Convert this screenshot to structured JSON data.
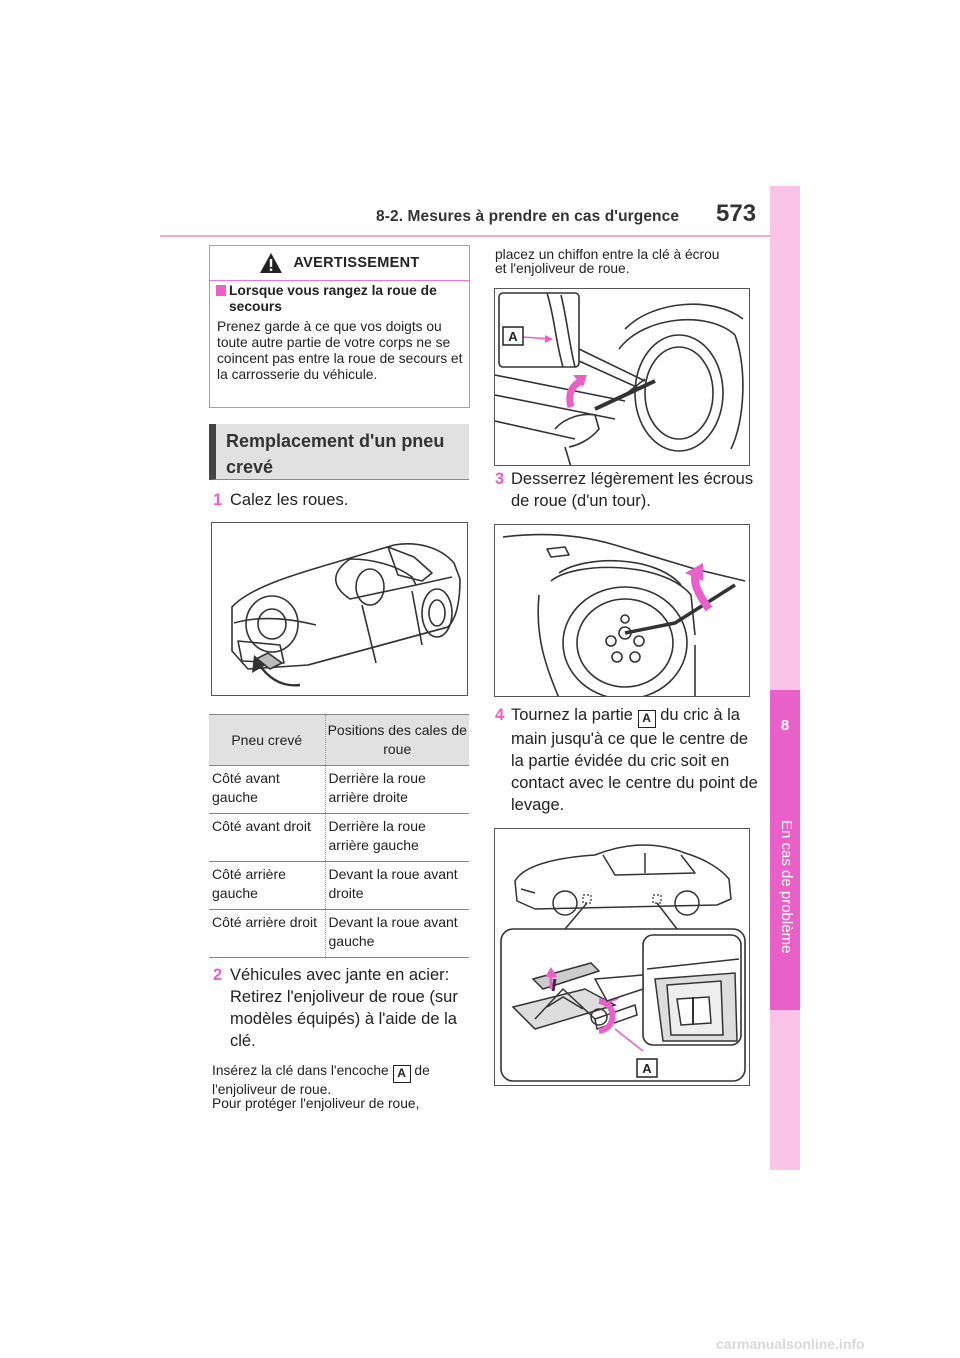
{
  "header": {
    "section_title": "8-2. Mesures à prendre en cas d'urgence",
    "page_number": "573"
  },
  "side_tab": {
    "chapter_number": "8",
    "chapter_label": "En cas de problème"
  },
  "warning": {
    "label": "AVERTISSEMENT",
    "subtitle": "Lorsque vous rangez la roue de secours",
    "body": "Prenez garde à ce que vos doigts ou toute autre partie de votre corps ne se coincent pas entre la roue de secours et la carrosserie du véhicule."
  },
  "section": {
    "title": "Remplacement d'un pneu crevé"
  },
  "steps": [
    {
      "number": "1",
      "text": "Calez les roues."
    },
    {
      "number": "2",
      "text": "Véhicules avec jante en acier: Retirez l'enjoliveur de roue (sur modèles équipés) à l'aide de la clé."
    },
    {
      "number": "3",
      "text": "Desserrez légèrement les écrous de roue (d'un tour)."
    },
    {
      "number": "4",
      "text_before": "Tournez la partie",
      "text_after": "du cric à la main jusqu'à ce que le centre de la partie évidée du cric soit en contact avec le centre du point de levage."
    }
  ],
  "step2_note": {
    "line1_before": "Insérez la clé dans l'encoche",
    "line1_after": "de l'enjoliveur de roue.",
    "line2": "Pour protéger l'enjoliveur de roue,",
    "line3": "placez un chiffon entre la clé à écrou et l'enjoliveur de roue."
  },
  "callout_label": "A",
  "table": {
    "headers": [
      "Pneu crevé",
      "Positions des cales de roue"
    ],
    "rows": [
      [
        "Côté avant gauche",
        "Derrière la roue arrière droite"
      ],
      [
        "Côté avant droit",
        "Derrière la roue arrière gauche"
      ],
      [
        "Côté arrière gauche",
        "Devant la roue avant droite"
      ],
      [
        "Côté arrière droit",
        "Devant la roue avant gauche"
      ]
    ]
  },
  "watermark": "carmanualsonline.info",
  "colors": {
    "accent": "#e860c8",
    "accent_light": "#f9c4e8",
    "rule": "#f4a6dc"
  }
}
